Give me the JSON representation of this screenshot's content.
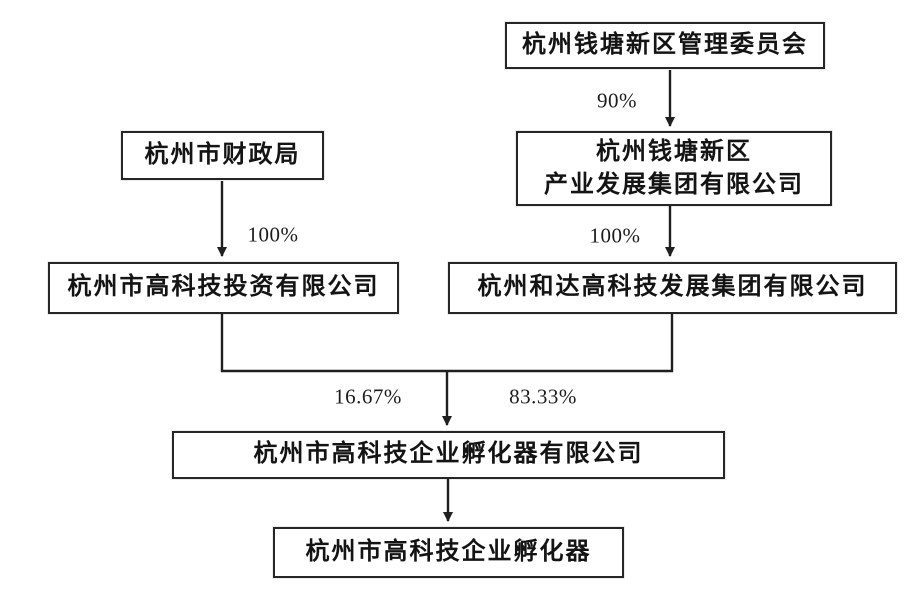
{
  "diagram": {
    "type": "org-ownership-flowchart",
    "nodes": {
      "committee": {
        "lines": [
          "杭州钱塘新区管理委员会"
        ]
      },
      "industry_group": {
        "lines": [
          "杭州钱塘新区",
          "产业发展集团有限公司"
        ]
      },
      "finance_bureau": {
        "lines": [
          "杭州市财政局"
        ]
      },
      "hitech_invest": {
        "lines": [
          "杭州市高科技投资有限公司"
        ]
      },
      "heda_group": {
        "lines": [
          "杭州和达高科技发展集团有限公司"
        ]
      },
      "incubator_co": {
        "lines": [
          "杭州市高科技企业孵化器有限公司"
        ]
      },
      "incubator": {
        "lines": [
          "杭州市高科技企业孵化器"
        ]
      }
    },
    "edges": {
      "committee_to_industry_group": {
        "label": "90%"
      },
      "industry_group_to_heda": {
        "label": "100%"
      },
      "finance_to_hitech_invest": {
        "label": "100%"
      },
      "hitech_invest_to_incubator": {
        "label": "16.67%"
      },
      "heda_to_incubator": {
        "label": "83.33%"
      }
    },
    "colors": {
      "line": "#1f1f1f",
      "box_border": "#262626",
      "text": "#141414",
      "background": "#ffffff"
    }
  }
}
